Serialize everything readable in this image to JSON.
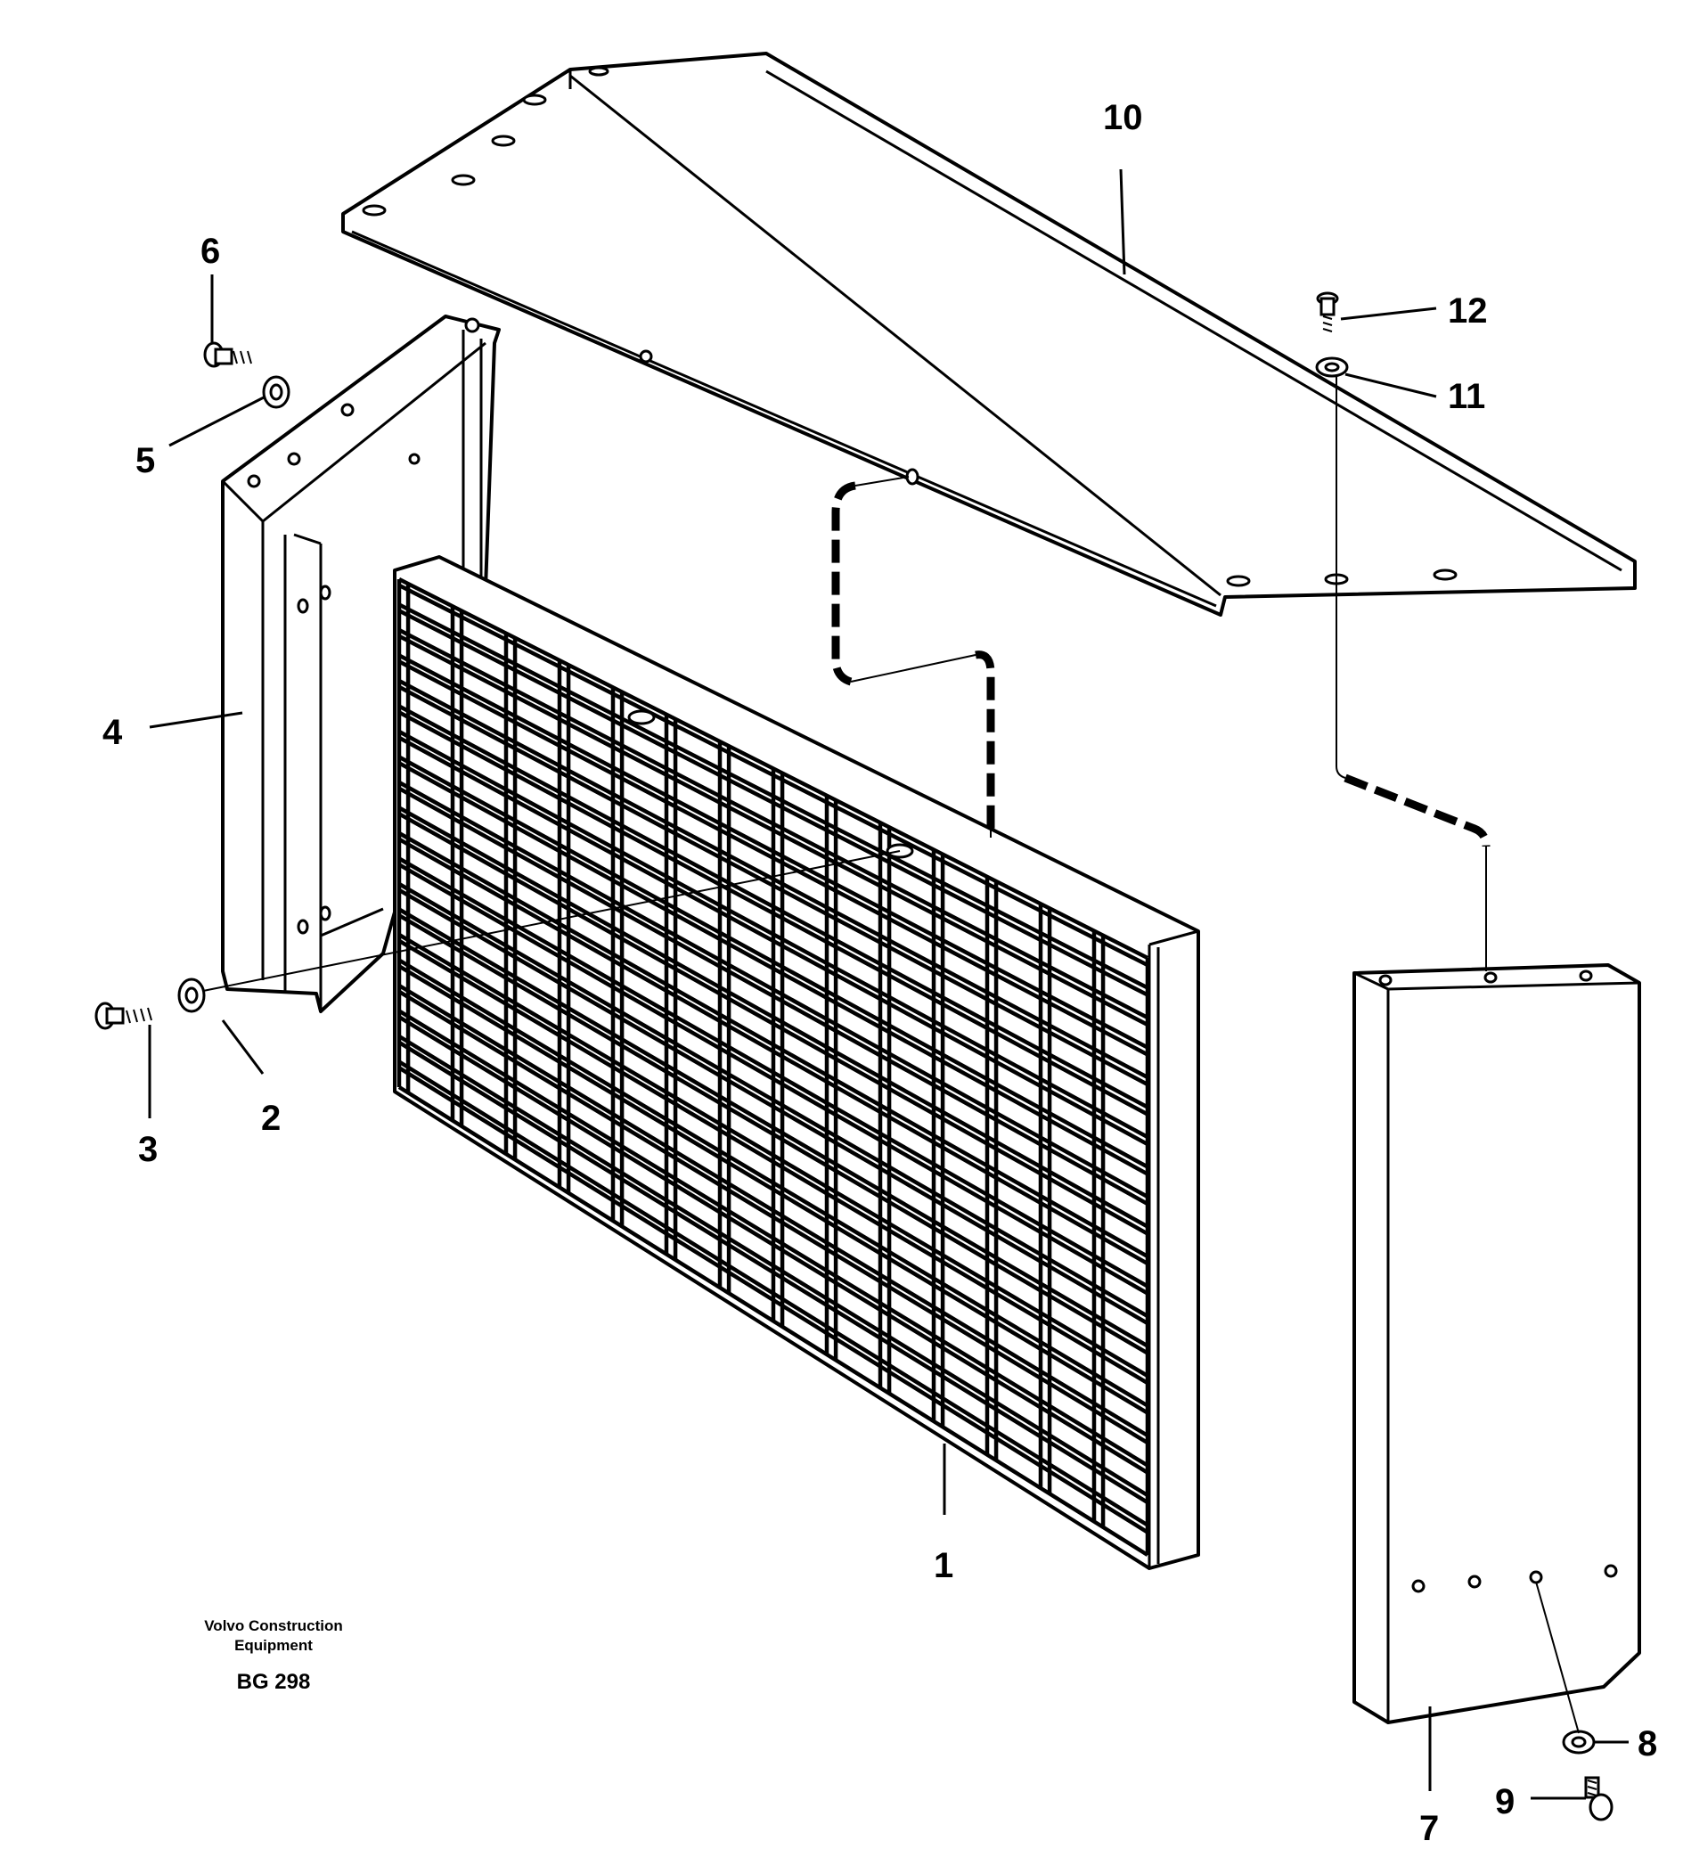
{
  "callouts": {
    "c1": "1",
    "c2": "2",
    "c3": "3",
    "c4": "4",
    "c5": "5",
    "c6": "6",
    "c7": "7",
    "c8": "8",
    "c9": "9",
    "c10": "10",
    "c11": "11",
    "c12": "12"
  },
  "caption": {
    "company": "Volvo Construction",
    "company_line2": "Equipment",
    "code": "BG 298"
  }
}
